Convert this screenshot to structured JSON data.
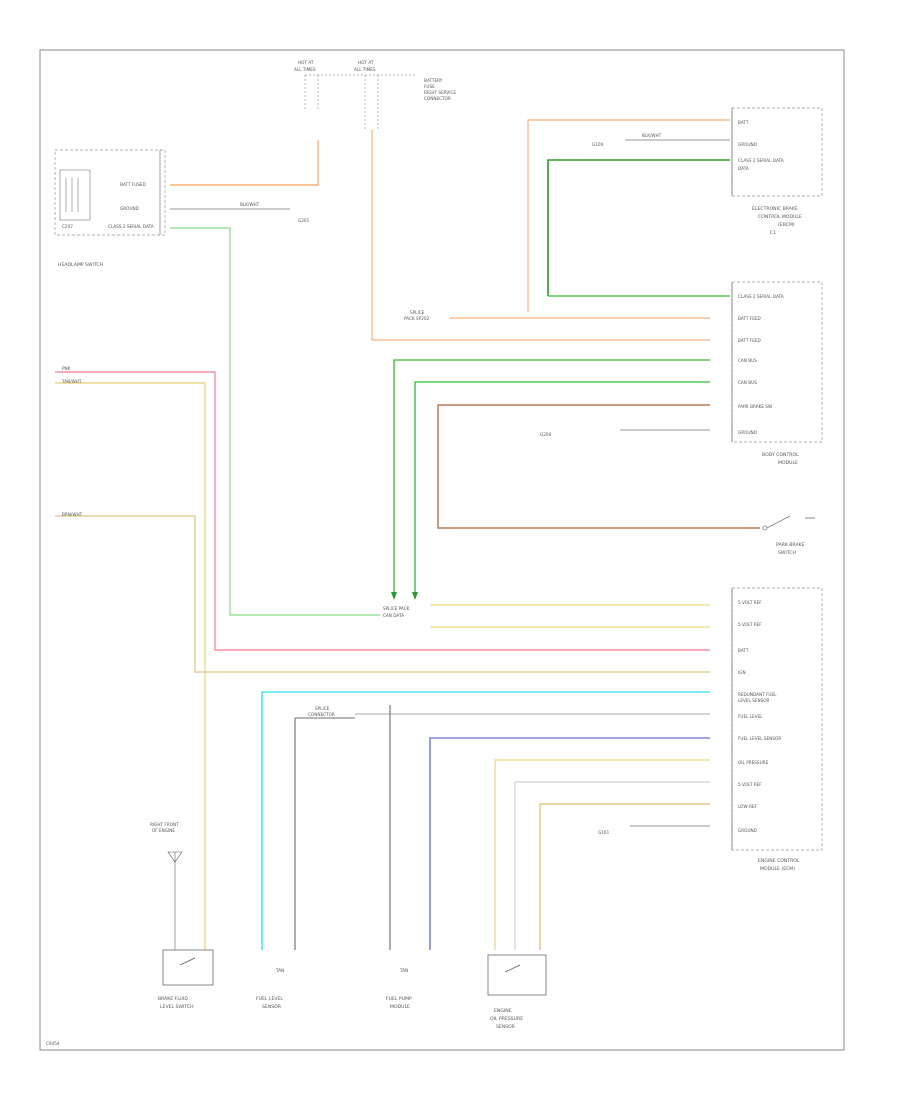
{
  "colors": {
    "orange": "#f5b27c",
    "green": "#56c856",
    "light_green": "#9be29b",
    "pink": "#f58fa4",
    "tan": "#e0c88a",
    "yellow_tan": "#e9d889",
    "cyan": "#4de5ec",
    "gray": "#8a8a8a",
    "blue": "#7c86e0",
    "brown": "#b87a55",
    "dark_green": "#2e9a2e",
    "line": "#666666"
  },
  "footer": {
    "code": "C9454"
  },
  "components": [
    {
      "id": "headlamp_switch",
      "label": "HEADLAMP SWITCH",
      "texts": [
        "BATT FUSED",
        "GROUND",
        "CLASS 2 SERIAL DATA",
        "C207"
      ]
    },
    {
      "id": "ecm",
      "label": "ELECTRONIC BRAKE CONTROL MODULE",
      "texts": [
        "BATT",
        "GROUND",
        "CLASS 2 SERIAL DATA",
        "C1"
      ]
    },
    {
      "id": "bcm",
      "label": "BODY CONTROL MODULE",
      "texts": [
        "CLASS 2 SERIAL DATA",
        "BATT FEED",
        "BATT FEED",
        "CAN BUS",
        "CAN BUS",
        "PARK BRAKE SW",
        "GROUND"
      ]
    },
    {
      "id": "park_brake",
      "label": "PARK BRAKE SWITCH",
      "texts": []
    },
    {
      "id": "engine_module",
      "label": "ENGINE CONTROL MODULE",
      "texts": [
        "5 VOLT REF",
        "5 VOLT REF",
        "BATT",
        "IGN",
        "REDUNDANT FUEL LEVEL",
        "FUEL LEVEL",
        "FUEL LEVEL SENSOR",
        "OIL PRESSURE",
        "5 VOLT REF",
        "LOW REF",
        "GROUND"
      ]
    },
    {
      "id": "brake_fluid",
      "label": "BRAKE FLUID LEVEL SWITCH",
      "texts": []
    },
    {
      "id": "fuel_level",
      "label": "FUEL LEVEL SENSOR",
      "texts": [
        "TAN"
      ]
    },
    {
      "id": "fuel_pump",
      "label": "FUEL PUMP MODULE",
      "texts": [
        "TAN"
      ]
    },
    {
      "id": "oil_pressure",
      "label": "ENGINE OIL PRESSURE SENSOR",
      "texts": []
    }
  ]
}
